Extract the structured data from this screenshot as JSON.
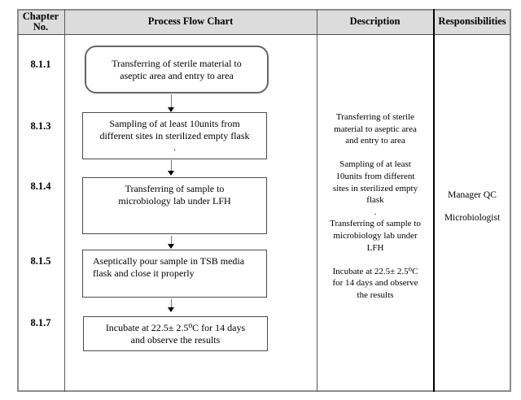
{
  "table": {
    "headers": {
      "chapter": "Chapter\nNo.",
      "flow": "Process Flow Chart",
      "description": "Description",
      "responsibilities": "Responsibilities"
    }
  },
  "flowchart": {
    "steps": [
      {
        "chapter": "8.1.1",
        "shape": "rounded-rect",
        "text": "Transferring of sterile material to\naseptic area and entry to area"
      },
      {
        "chapter": "8.1.3",
        "shape": "rect",
        "text": "Sampling of at least 10units from\ndifferent sites in sterilized empty flask\n."
      },
      {
        "chapter": "8.1.4",
        "shape": "rect",
        "text": "Transferring of sample to\nmicrobiology lab under LFH"
      },
      {
        "chapter": "8.1.5",
        "shape": "rect",
        "text": "Aseptically pour sample in TSB media\nflask and close it properly"
      },
      {
        "chapter": "8.1.7",
        "shape": "rect",
        "text": "Incubate at 22.5± 2.5⁰C   for 14 days\nand observe the results"
      }
    ]
  },
  "description": {
    "text": "Transferring of sterile\nmaterial to aseptic area\nand entry to area\n\nSampling of at least\n10units from different\nsites in sterilized empty\nflask\n.\nTransferring of sample to\nmicrobiology lab under\nLFH\n\nIncubate at 22.5± 2.5⁰C\nfor 14 days and observe\nthe results"
  },
  "responsibilities": {
    "text": "Manager QC\n\nMicrobiologist"
  },
  "colors": {
    "header_bg": "#dcdcdc",
    "outer_border": "#8c8c8c",
    "inner_divider": "#5a5a5a",
    "heavy_divider": "#000000",
    "box_border": "#4d4d4d",
    "text": "#000000"
  }
}
